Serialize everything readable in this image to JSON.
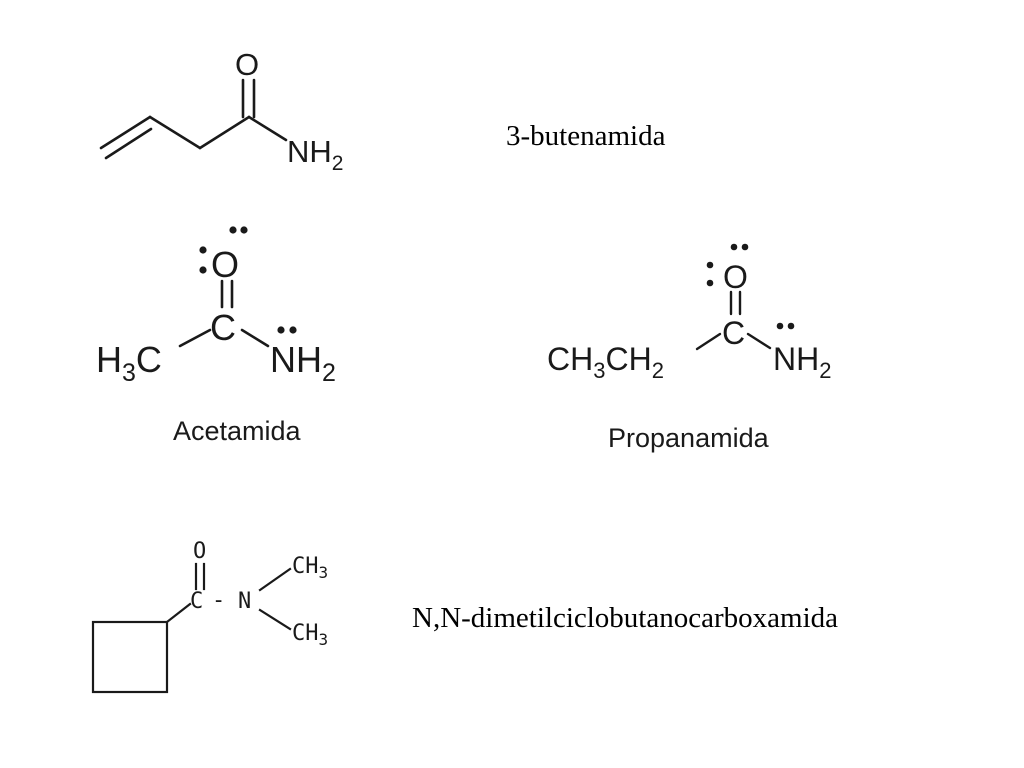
{
  "structures": [
    {
      "id": "butenamide",
      "name": "3-butenamida",
      "atoms": {
        "oxygen": "O",
        "amine": "NH",
        "amine_sub": "2"
      }
    },
    {
      "id": "acetamide",
      "name": "Acetamida",
      "atoms": {
        "oxygen": "O",
        "carbon": "C",
        "methyl_h": "H",
        "methyl_sub": "3",
        "methyl_c": "C",
        "amine_n": "N",
        "amine_h": "H",
        "amine_sub": "2"
      }
    },
    {
      "id": "propanamide",
      "name": "Propanamida",
      "atoms": {
        "oxygen": "O",
        "carbon": "C",
        "ethyl_a": "CH",
        "ethyl_sub_a": "3",
        "ethyl_b": "CH",
        "ethyl_sub_b": "2",
        "amine_n": "N",
        "amine_h": "H",
        "amine_sub": "2"
      }
    },
    {
      "id": "dimethylcyclobutane",
      "name": "N,N-dimetilciclobutanocarboxamida",
      "atoms": {
        "oxygen": "O",
        "carbon": "C",
        "dash": "-",
        "nitrogen": "N",
        "methyl_top": "CH",
        "methyl_top_sub": "3",
        "methyl_bottom": "CH",
        "methyl_bottom_sub": "3"
      }
    }
  ],
  "colors": {
    "ink": "#1a1a1a",
    "background": "#ffffff"
  }
}
